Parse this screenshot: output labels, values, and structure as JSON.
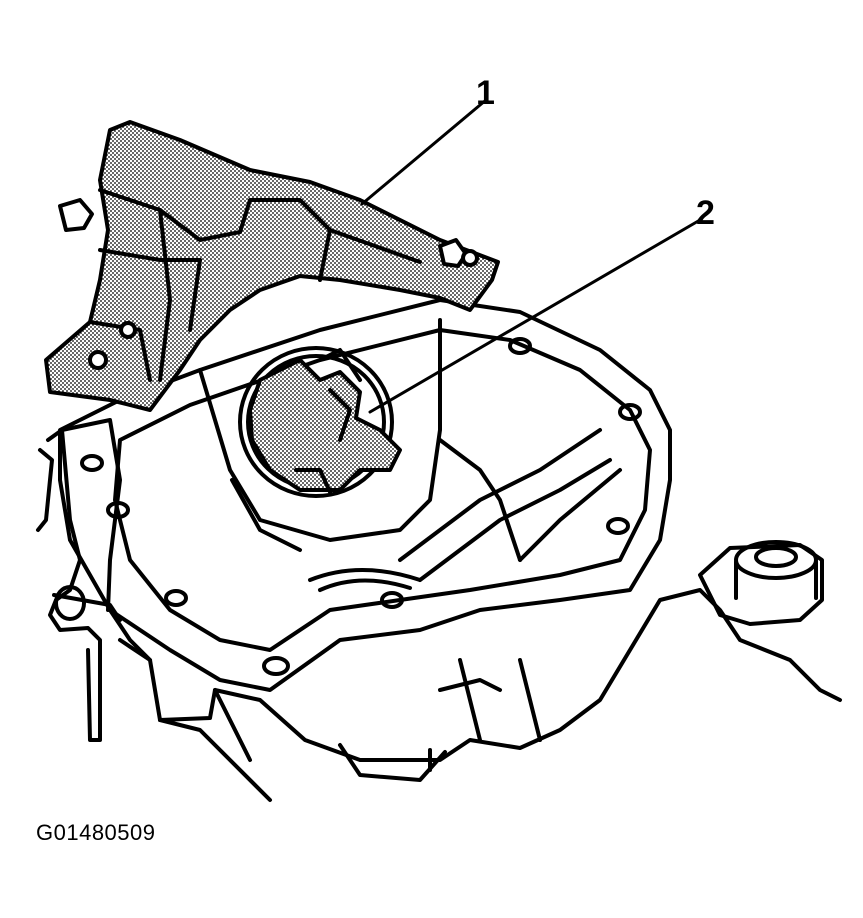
{
  "diagram": {
    "callouts": [
      {
        "id": "1",
        "label": "1"
      },
      {
        "id": "2",
        "label": "2"
      }
    ],
    "figure_code": "G01480509"
  },
  "colors": {
    "ink": "#000000",
    "paper": "#ffffff",
    "stipple": "#7a7a7a"
  }
}
